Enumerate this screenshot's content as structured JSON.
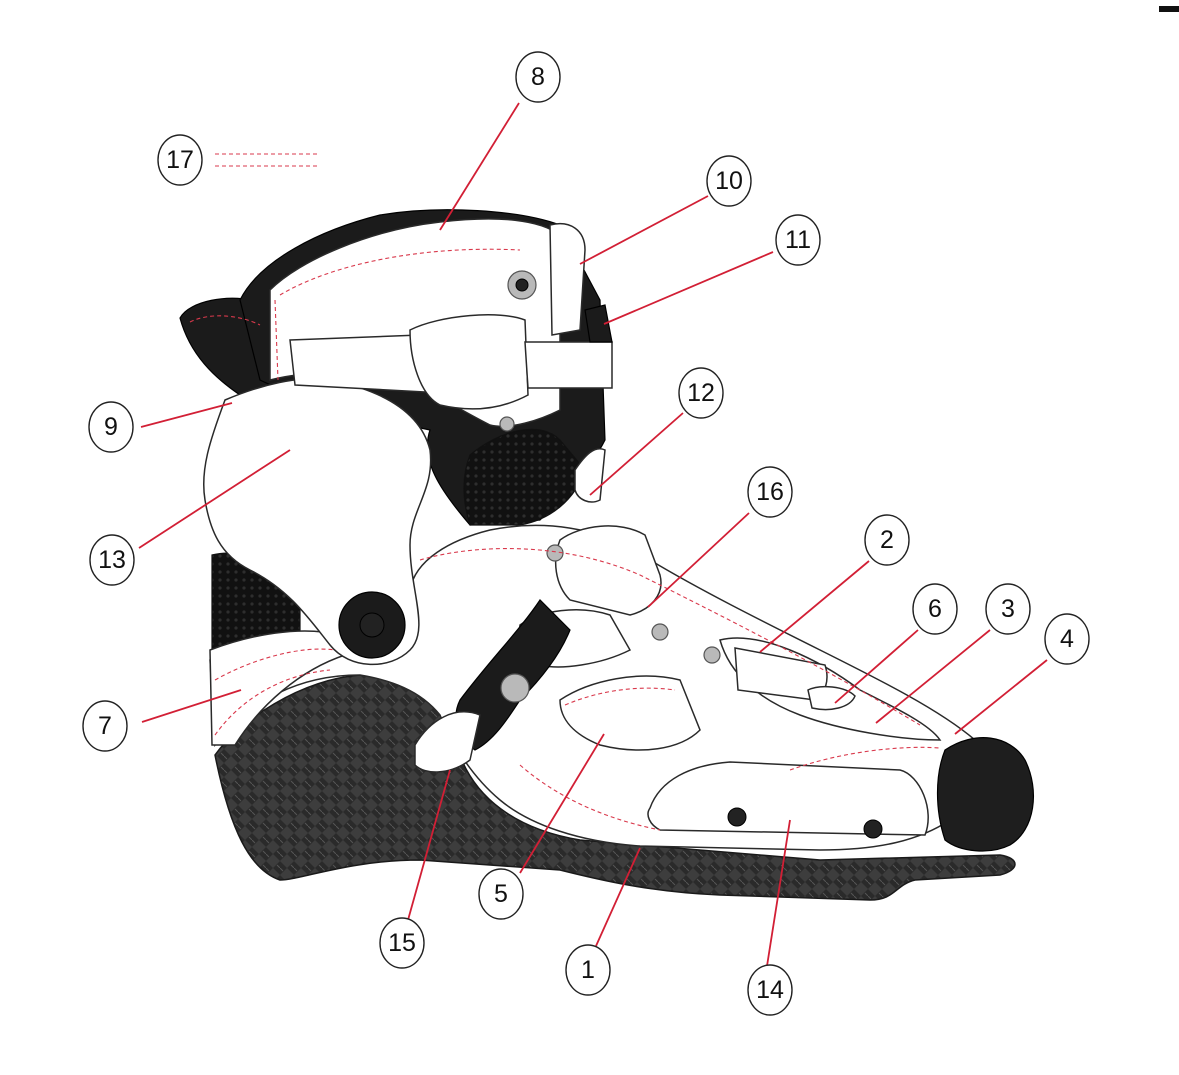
{
  "callouts": [
    {
      "id": "1",
      "label": "1"
    },
    {
      "id": "2",
      "label": "2"
    },
    {
      "id": "3",
      "label": "3"
    },
    {
      "id": "4",
      "label": "4"
    },
    {
      "id": "5",
      "label": "5"
    },
    {
      "id": "6",
      "label": "6"
    },
    {
      "id": "7",
      "label": "7"
    },
    {
      "id": "8",
      "label": "8"
    },
    {
      "id": "9",
      "label": "9"
    },
    {
      "id": "10",
      "label": "10"
    },
    {
      "id": "11",
      "label": "11"
    },
    {
      "id": "12",
      "label": "12"
    },
    {
      "id": "13",
      "label": "13"
    },
    {
      "id": "14",
      "label": "14"
    },
    {
      "id": "15",
      "label": "15"
    },
    {
      "id": "16",
      "label": "16"
    },
    {
      "id": "17",
      "label": "17"
    }
  ],
  "colors": {
    "leader": "#d21f35",
    "stitch": "#d9394c",
    "shell": "#ffffff",
    "carbon": "#2b2b2b",
    "toecap": "#1e1e1e"
  }
}
